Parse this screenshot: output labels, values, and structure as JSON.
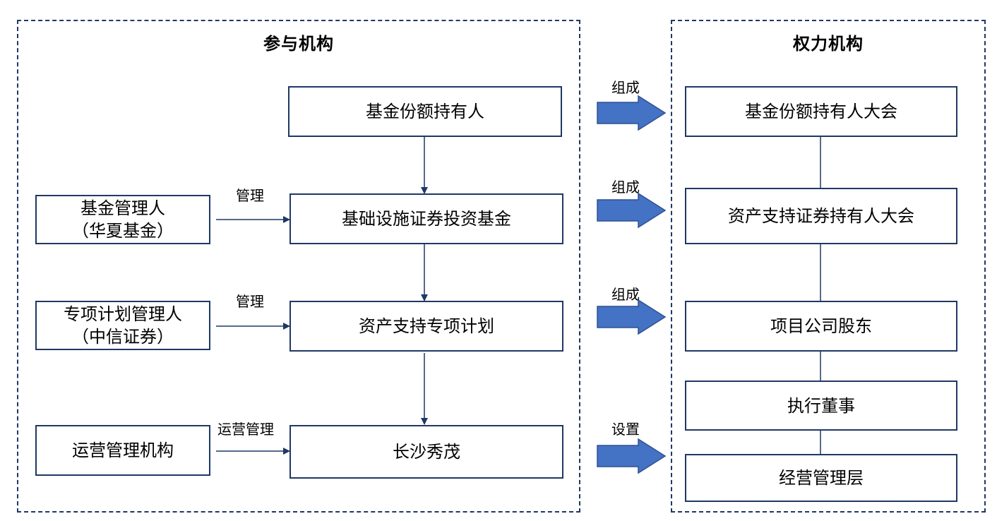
{
  "left_panel": {
    "title": "参与机构"
  },
  "right_panel": {
    "title": "权力机构"
  },
  "left_boxes": {
    "fund_holders": "基金份额持有人",
    "infra_fund": "基础设施证券投资基金",
    "abs_plan": "资产支持专项计划",
    "project": "长沙秀茂",
    "fund_manager": {
      "line1": "基金管理人",
      "line2": "（华夏基金）"
    },
    "plan_manager": {
      "line1": "专项计划管理人",
      "line2": "（中信证券）"
    },
    "operator": "运营管理机构"
  },
  "right_boxes": {
    "holders_meeting": "基金份额持有人大会",
    "abs_meeting": "资产支持证券持有人大会",
    "shareholders": "项目公司股东",
    "exec_director": "执行董事",
    "management": "经营管理层"
  },
  "edge_labels": {
    "manage_1": "管理",
    "manage_2": "管理",
    "ops_manage": "运营管理",
    "compose_1": "组成",
    "compose_2": "组成",
    "compose_3": "组成",
    "setup": "设置"
  },
  "colors": {
    "border": "#1f3864",
    "arrow_fill": "#4472c4",
    "arrow_stroke": "#2f528f"
  }
}
